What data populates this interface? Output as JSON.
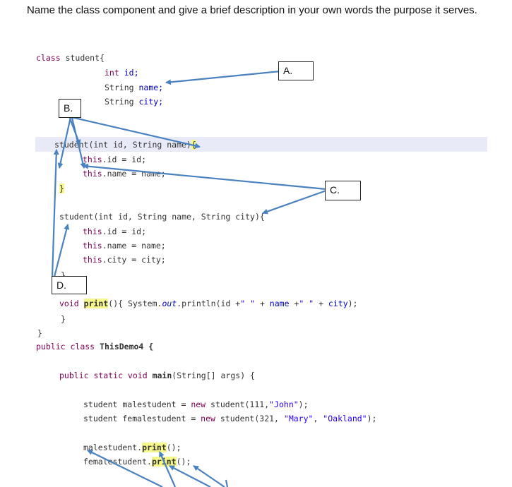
{
  "question": "Name the class component and give a brief description in your own words the purpose it serves.",
  "callouts": {
    "a": "A.",
    "b": "B.",
    "c": "C.",
    "d": "D."
  },
  "code": {
    "class_kw": "class",
    "class_name": "student{",
    "field_id_type": "int",
    "field_id_name": "id;",
    "field_name_type": "String",
    "field_name_name": "name;",
    "field_city_type": "String",
    "field_city_name": "city;",
    "ctor1_sig": "student(int id, String name)",
    "ctor1_brace": "{",
    "ctor1_this1": "this",
    "ctor1_assign1": ".id = id;",
    "ctor1_this2": "this",
    "ctor1_assign2": ".name = name;",
    "ctor1_close": "}",
    "ctor2_sig": "student(int id, String name, String city){",
    "ctor2_this1": "this",
    "ctor2_assign1": ".id = id;",
    "ctor2_this2": "this",
    "ctor2_assign2": ".name = name;",
    "ctor2_this3": "this",
    "ctor2_assign3": ".city = city;",
    "ctor2_close": "}",
    "print_kw": "void",
    "print_name": "print",
    "print_rest": "(){ System.",
    "print_out": "out",
    "print_println": ".println(id +",
    "print_s1": "\" \"",
    "print_plus1": " + ",
    "print_name_var": "name",
    "print_plus2": " +",
    "print_s2": "\" \"",
    "print_plus3": " + ",
    "print_city_var": "city",
    "print_end": ");",
    "print_close": "}",
    "class_close": "}",
    "demo_kw1": "public",
    "demo_kw2": "class",
    "demo_name": "ThisDemo4 {",
    "main_kw": "public static void",
    "main_name": "main",
    "main_args": "(String[] args) {",
    "male_decl": "student malestudent = ",
    "male_new": "new",
    "male_ctor": " student(111,",
    "male_str": "\"John\"",
    "male_end": ");",
    "female_decl": "student femalestudent = ",
    "female_new": "new",
    "female_ctor": " student(321, ",
    "female_s1": "\"Mary\"",
    "female_comma": ", ",
    "female_s2": "\"Oakland\"",
    "female_end": ");",
    "call1_obj": "malestudent.",
    "call1_method": "print",
    "call1_end": "();",
    "call2_obj": "femalestudent.",
    "call2_method": "print",
    "call2_end": "();"
  }
}
